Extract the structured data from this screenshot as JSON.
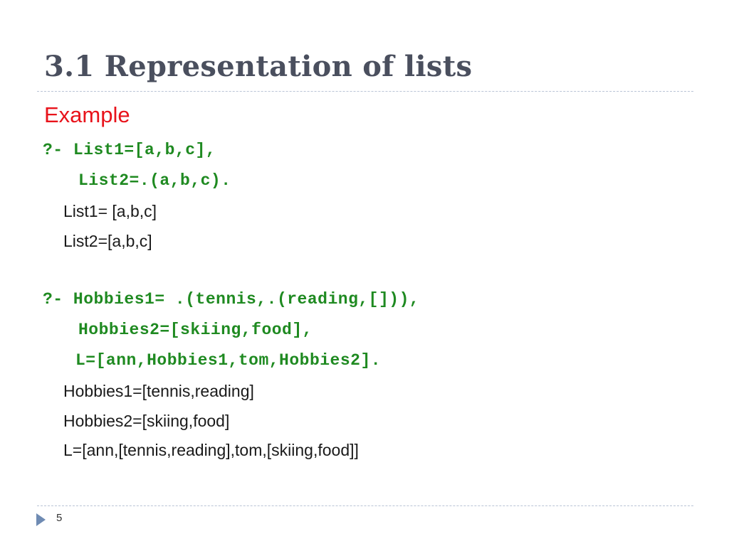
{
  "slide": {
    "title": "3.1 Representation of lists",
    "heading": "Example",
    "query1": {
      "line1": "?- List1=[a,b,c],",
      "line2": "List2=.(a,b,c)."
    },
    "output1": {
      "line1": "List1= [a,b,c]",
      "line2": "List2=[a,b,c]"
    },
    "query2": {
      "line1": "?- Hobbies1= .(tennis,.(reading,[])),",
      "line2": "Hobbies2=[skiing,food],",
      "line3": "L=[ann,Hobbies1,tom,Hobbies2]."
    },
    "output2": {
      "line1": "Hobbies1=[tennis,reading]",
      "line2": "Hobbies2=[skiing,food]",
      "line3": "L=[ann,[tennis,reading],tom,[skiing,food]]"
    },
    "page_number": "5"
  },
  "colors": {
    "title": "#4a4f5e",
    "heading": "#e8131b",
    "code": "#1f8a21",
    "output": "#1a1a1a",
    "rule": "#b9c4d6",
    "footer_arrow": "#6f8bb3"
  },
  "icons": {
    "footer_marker": "triangle-right-icon"
  }
}
